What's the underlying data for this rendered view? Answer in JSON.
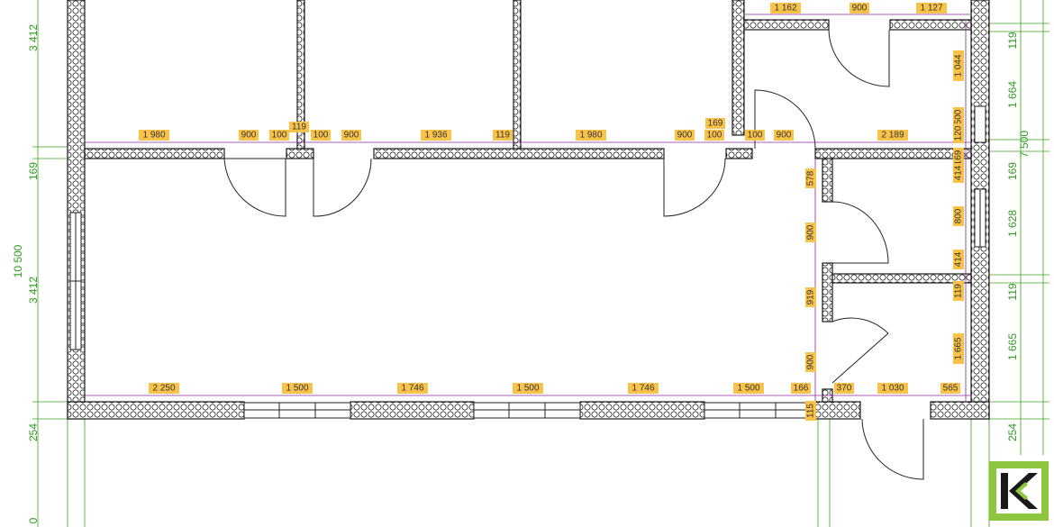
{
  "plan": {
    "colors": {
      "wall_outline": "#1a1a1a",
      "dimension_label_bg": "#f9c34a",
      "dimension_line": "#8a2a9a",
      "external_dimension": "#2e9a1e",
      "logo_green": "#8dc63f",
      "logo_dark": "#1a1a1a"
    },
    "top_row_dims": [
      "1 980",
      "900",
      "100",
      "119",
      "100",
      "900",
      "1 936",
      "119",
      "1 980",
      "900",
      "100",
      "169",
      "100",
      "900",
      "2 189"
    ],
    "upper_right_dims": [
      "1 162",
      "900",
      "1 127"
    ],
    "bottom_row_dims": [
      "2 250",
      "1 500",
      "1 746",
      "1 500",
      "1 746",
      "1 500",
      "166",
      "370",
      "1 030",
      "565"
    ],
    "bottom_small_dim": "115",
    "vertical_inner_dims": [
      "578",
      "900",
      "919",
      "900"
    ],
    "right_inner_dims": [
      "1 044",
      "500",
      "120",
      "169",
      "414",
      "800",
      "414",
      "119",
      "1 665"
    ],
    "left_ext_dims": [
      "3 412",
      "169",
      "10 500",
      "3 412",
      "254",
      "0"
    ],
    "right_ext_dims": [
      "119",
      "1 664",
      "7 500",
      "169",
      "1 628",
      "119",
      "1 665",
      "254"
    ],
    "logo": {
      "letter": "K",
      "icon": "company-logo-icon"
    }
  }
}
